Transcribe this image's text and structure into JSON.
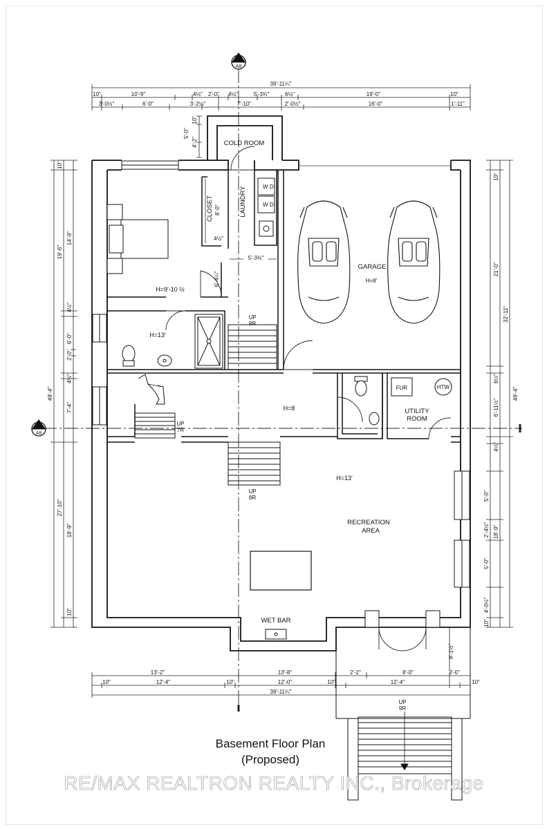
{
  "title": {
    "line1": "Basement Floor Plan",
    "line2": "(Proposed)"
  },
  "watermark": "RE/MAX REALTRON REALTY INC., Brokerage",
  "section_markers": {
    "top": {
      "num": "2",
      "sheet": "A8"
    },
    "left": {
      "num": "1",
      "sheet": "A8"
    }
  },
  "rooms": {
    "cold_room": "COLD ROOM",
    "laundry": "LAUNDRY",
    "closet": "CLOSET",
    "closet_dim": "8'-0\"",
    "garage": "GARAGE",
    "garage_height": "H=8'",
    "bedroom_height": "H=9'-10 ½",
    "bath_height": "H=13'",
    "hall_height": "H=8",
    "rec_height": "H=13'",
    "recreation_1": "RECREATION",
    "recreation_2": "AREA",
    "utility_1": "UTILITY",
    "utility_2": "ROOM",
    "fur": "FUR",
    "htw": "HTW",
    "wet_bar": "WET BAR",
    "laundry_w": "W",
    "laundry_d": "D"
  },
  "stairs": {
    "up_8r_top": [
      "UP",
      "8R"
    ],
    "up_7r": [
      "UP",
      "7R"
    ],
    "up_8r_mid": [
      "UP",
      "8R"
    ],
    "up_9r": [
      "UP",
      "9R"
    ]
  },
  "inner_dims": {
    "closet_depth": "4½\"",
    "hall_width": "5'-3¾\"",
    "hall_depth": "6'-4¼\"",
    "cold_room_top": "10\"",
    "cold_room_a": "5'-0\"",
    "cold_room_b": "4'-2\""
  },
  "top_dims": {
    "overall": "39'-11¼\"",
    "row1": [
      "10\"",
      "10'-9\"",
      "4½\"",
      "2'-0\"",
      "4½\"",
      "5'-3¾\"",
      "6½\"",
      "19'-0\"",
      "10\""
    ],
    "row2": [
      "3'-0½\"",
      "6'-0\"",
      "3'-2½\"",
      "7'-10\"",
      "2'-0½\"",
      "16'-0\"",
      "1'-11\""
    ]
  },
  "bottom_dims": {
    "row1": [
      "13'-2\"",
      "13'-8\"",
      "2'-2\"",
      "8'-0\"",
      "3'-0\""
    ],
    "row2": [
      "10\"",
      "12'-4\"",
      "10\"",
      "12'-0\"",
      "10\"",
      "12'-4\"",
      "10\""
    ],
    "overall": "39'-11¼\"",
    "porch": "9'-1½\""
  },
  "left_dims": {
    "outer": [
      "10\"",
      "19'-6\"",
      "49'-4\"",
      "27'-10\""
    ],
    "inner": [
      "14'-9\"",
      "4½\"",
      "6'-0\"",
      "2'-0\"",
      "4½\"",
      "7'-4\"",
      "18'-9\"",
      "10\""
    ]
  },
  "right_dims": {
    "outer": [
      "10\"",
      "32'-11\"",
      "49'-4\"",
      "18'-9\""
    ],
    "inner": [
      "21'-0\"",
      "6½\"",
      "6'-11½\"",
      "4½\"",
      "5'-0\"",
      "2'-4½\"",
      "5'-0\"",
      "4'-0½\"",
      "10\""
    ]
  }
}
